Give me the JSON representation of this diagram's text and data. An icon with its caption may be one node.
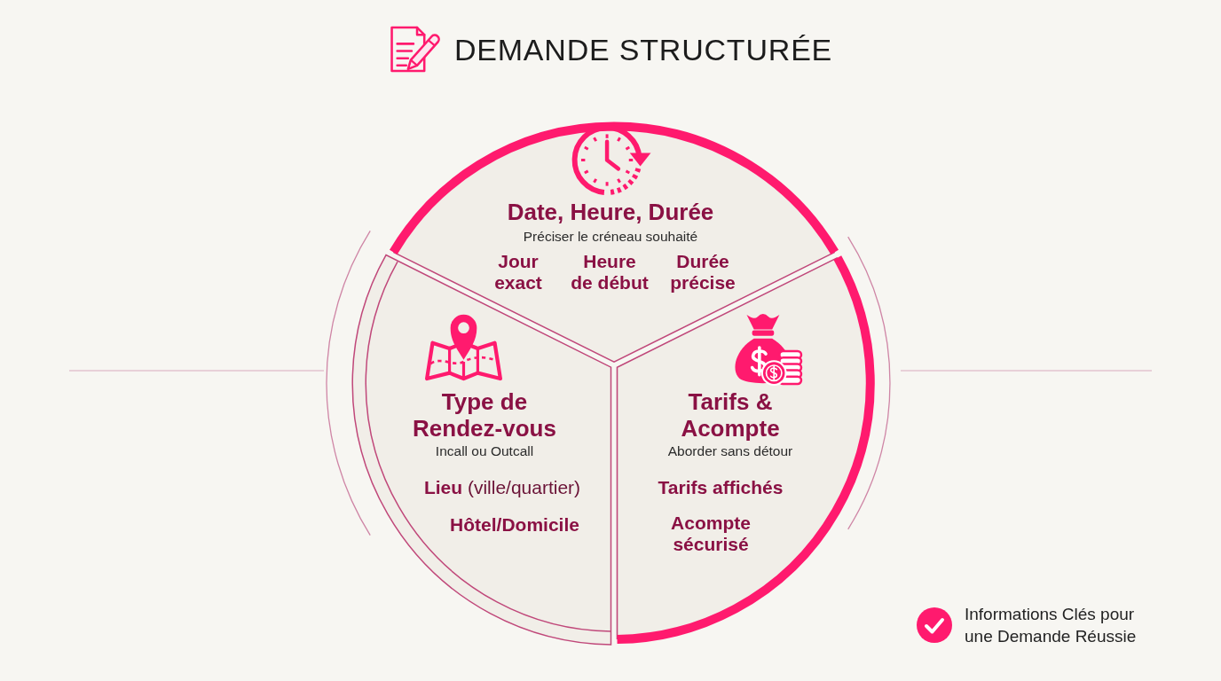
{
  "diagram": {
    "title": "DEMANDE STRUCTURÉE",
    "nodes": [
      {
        "text": [
          "Date, Heure, Durée",
          "Préciser le créneau souhaité",
          "Jour exact",
          "Heure de début",
          "Durée précise"
        ]
      },
      {
        "text": [
          "Type de Rendez-vous",
          "Incall ou Outcall",
          "**Lieu** (ville/quartier)",
          "Hôtel/Domicile"
        ]
      },
      {
        "text": [
          "Tarifs & Acompte",
          "Aborder sans détour",
          "Tarifs affichés",
          "Acompte sécurisé"
        ]
      }
    ],
    "legend": [
      {
        "text": "Informations Clés pour une Demande Réussie",
        "color": "#ff1a6e"
      }
    ]
  }
}
